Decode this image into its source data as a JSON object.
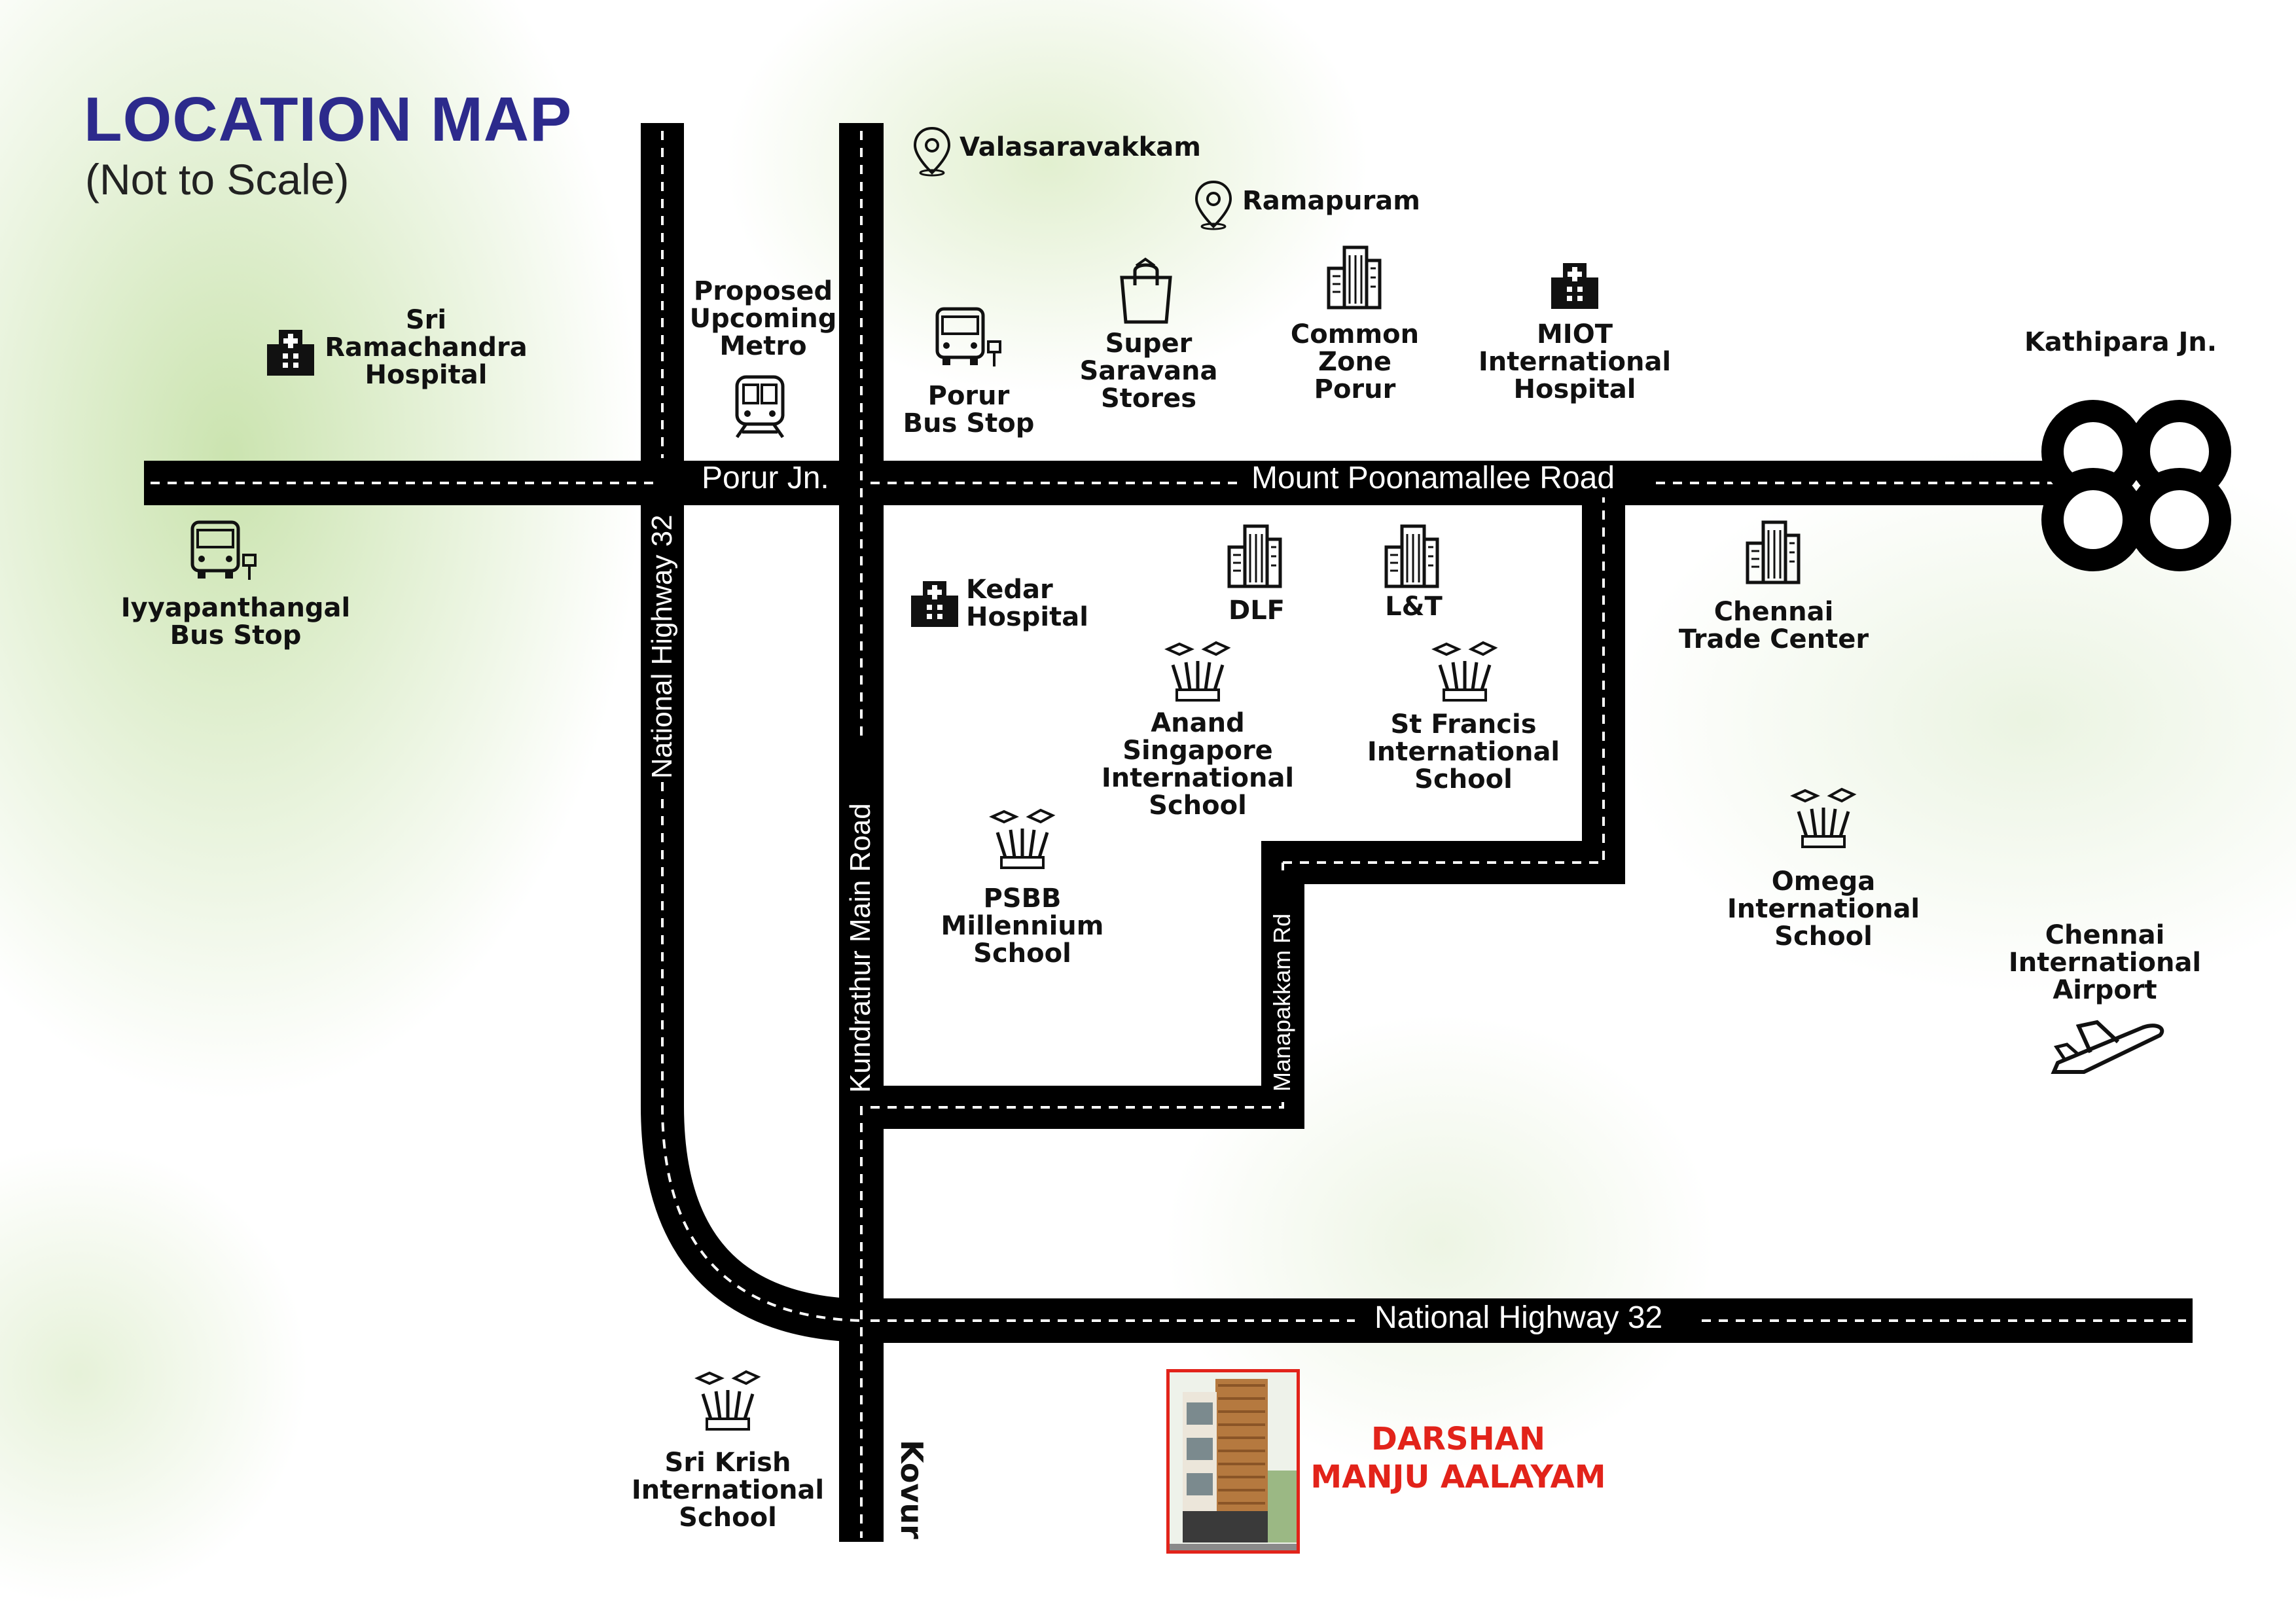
{
  "title": "LOCATION MAP",
  "subtitle": "(Not to Scale)",
  "roads": {
    "mount_poonamallee": "Mount Poonamallee Road",
    "porur_jn": "Porur Jn.",
    "nh32_vertical": "National Highway 32",
    "kundrathur": "Kundrathur Main Road",
    "manapakkam": "Manapakkam Rd",
    "nh32_horizontal": "National Highway 32",
    "kovur": "Kovur"
  },
  "places": {
    "valasaravakkam": "Valasaravakkam",
    "ramapuram": "Ramapuram",
    "sri_ramachandra": "Sri\nRamachandra\nHospital",
    "metro": "Proposed\nUpcoming\nMetro",
    "porur_bus": "Porur\nBus Stop",
    "saravana": "Super\nSaravana\nStores",
    "common_zone": "Common\nZone\nPorur",
    "miot": "MIOT\nInternational\nHospital",
    "kathipara": "Kathipara Jn.",
    "iyyappanthangal": "Iyyapanthangal\nBus Stop",
    "kedar": "Kedar\nHospital",
    "dlf": "DLF",
    "lt": "L&T",
    "chennai_trade": "Chennai\nTrade Center",
    "anand": "Anand\nSingapore\nInternational\nSchool",
    "st_francis": "St Francis\nInternational\nSchool",
    "psbb": "PSBB\nMillennium\nSchool",
    "omega": "Omega\nInternational\nSchool",
    "airport": "Chennai\nInternational\nAirport",
    "sri_krish": "Sri Krish\nInternational\nSchool"
  },
  "project": "DARSHAN\nMANJU AALAYAM",
  "colors": {
    "title": "#2c2a8c",
    "road": "#000000",
    "project": "#e2231a"
  },
  "icons": {
    "hospital": "hospital-icon",
    "metro": "metro-train-icon",
    "bus": "bus-stop-icon",
    "shopping": "shopping-bag-icon",
    "office": "office-building-icon",
    "school": "graduation-school-icon",
    "pin": "location-pin-icon",
    "airplane": "airplane-icon",
    "junction": "cloverleaf-junction-icon"
  }
}
